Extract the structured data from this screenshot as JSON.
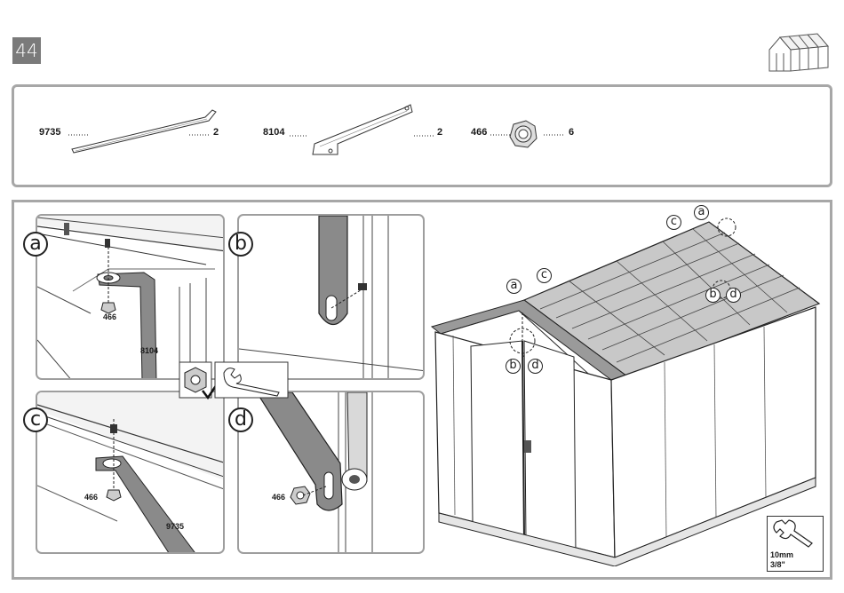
{
  "step": {
    "number": "44"
  },
  "parts": [
    {
      "code": "9735",
      "qty": "2"
    },
    {
      "code": "8104",
      "qty": "2"
    },
    {
      "code": "466",
      "qty": "6"
    }
  ],
  "details": {
    "a": {
      "letter": "a",
      "nut": "466",
      "part": "8104"
    },
    "b": {
      "letter": "b"
    },
    "c": {
      "letter": "c",
      "nut": "466",
      "part": "9735"
    },
    "d": {
      "letter": "d",
      "nut": "466"
    }
  },
  "callouts": {
    "front_a": "a",
    "front_c": "c",
    "front_b": "b",
    "front_d": "d",
    "rear_c": "c",
    "rear_a": "a",
    "rear_b": "b",
    "rear_d": "d"
  },
  "tool": {
    "size_mm": "10mm",
    "size_in": "3/8\""
  }
}
